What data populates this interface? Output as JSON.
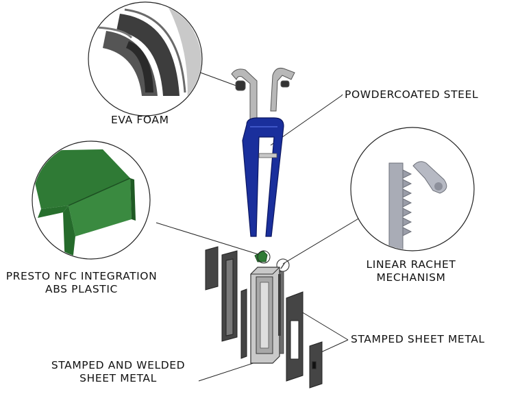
{
  "labels": {
    "eva_foam": "EVA FOAM",
    "powdercoated_steel": "POWDERCOATED STEEL",
    "presto_line1": "PRESTO NFC INTEGRATION",
    "presto_line2": "ABS PLASTIC",
    "rachet_line1": "LINEAR RACHET",
    "rachet_line2": "MECHANISM",
    "stamped_sheet_metal": "STAMPED SHEET METAL",
    "welded_line1": "STAMPED AND WELDED",
    "welded_line2": "SHEET METAL"
  },
  "colors": {
    "steel_blue": "#1a2f9c",
    "abs_green": "#2f7a35",
    "foam_gray": "#4a4a4a",
    "rachet_gray": "#a9acb6",
    "metal_dark": "#3f3f3f",
    "line": "#222222"
  }
}
